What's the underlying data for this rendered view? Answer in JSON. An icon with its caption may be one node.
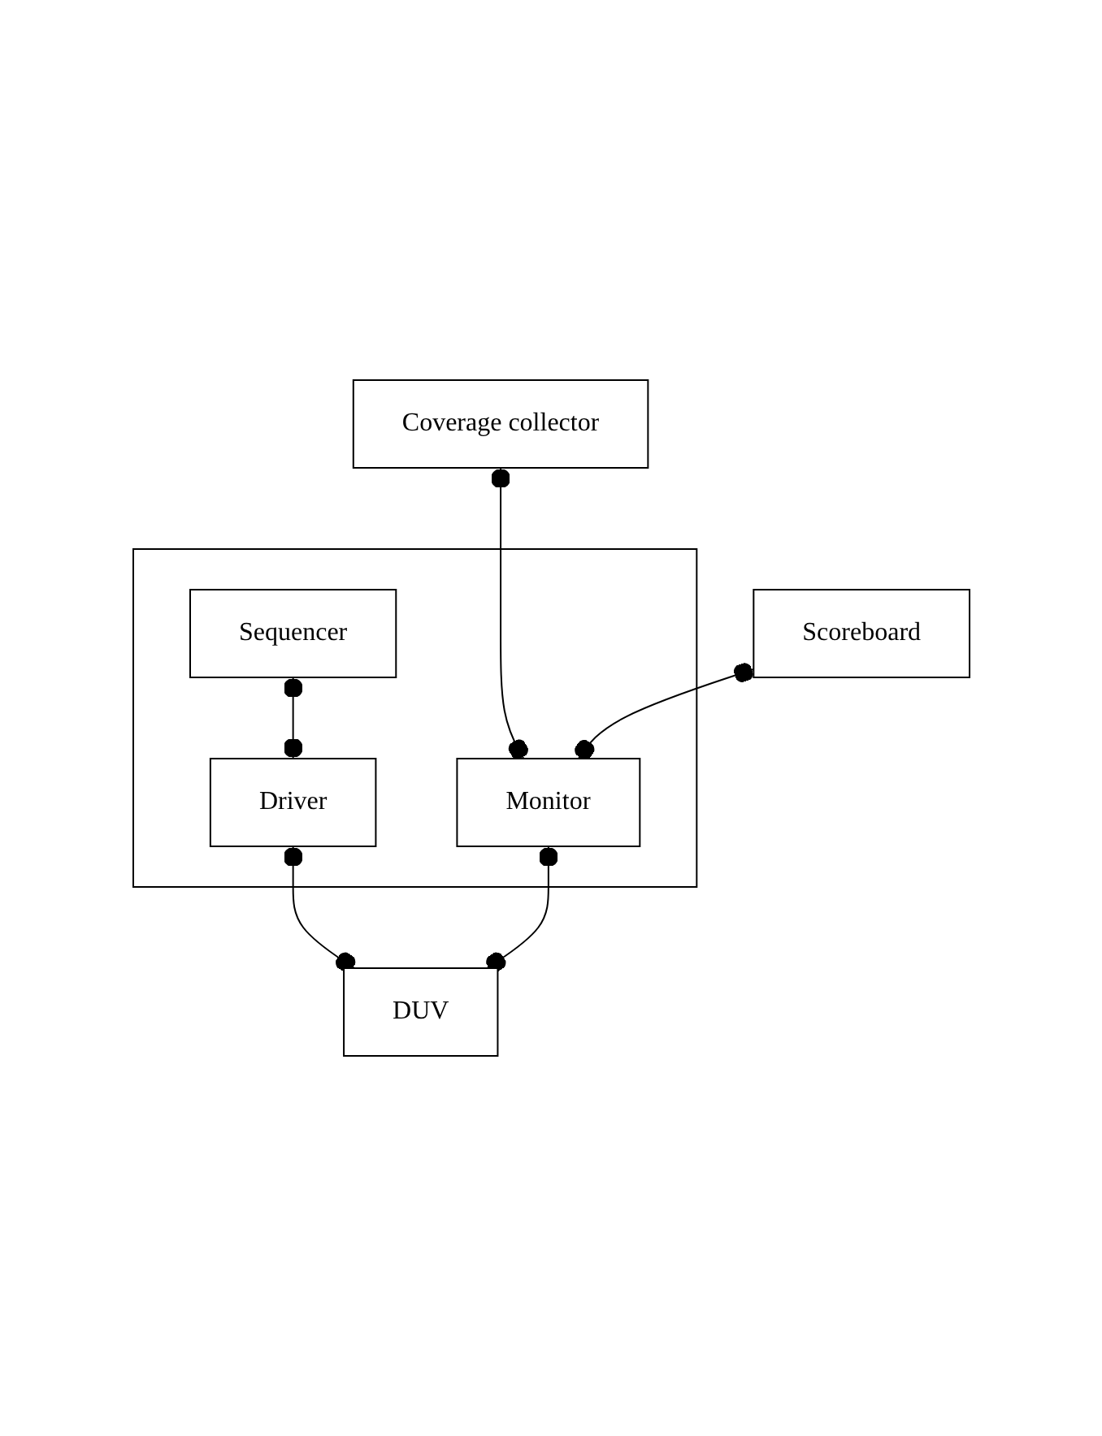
{
  "diagram": {
    "nodes": [
      {
        "text": [
          "Coverage collector"
        ]
      },
      {
        "text": [
          "Scoreboard"
        ]
      },
      {
        "text": [],
        "shape": "box"
      },
      {
        "text": [
          "Sequencer"
        ],
        "in": 2
      },
      {
        "text": [
          "Monitor"
        ],
        "in": 2
      },
      {
        "text": [
          "Driver"
        ],
        "in": 2
      },
      {
        "text": [
          "DUV"
        ]
      }
    ],
    "edges": [
      {
        "from": 0,
        "to": 4,
        "arrow": "other"
      },
      {
        "from": 1,
        "to": 4,
        "arrow": "other"
      },
      {
        "from": 3,
        "to": 5,
        "arrow": "other"
      },
      {
        "from": 4,
        "to": 6,
        "arrow": "other"
      },
      {
        "from": 5,
        "to": 6,
        "arrow": "other"
      }
    ]
  }
}
